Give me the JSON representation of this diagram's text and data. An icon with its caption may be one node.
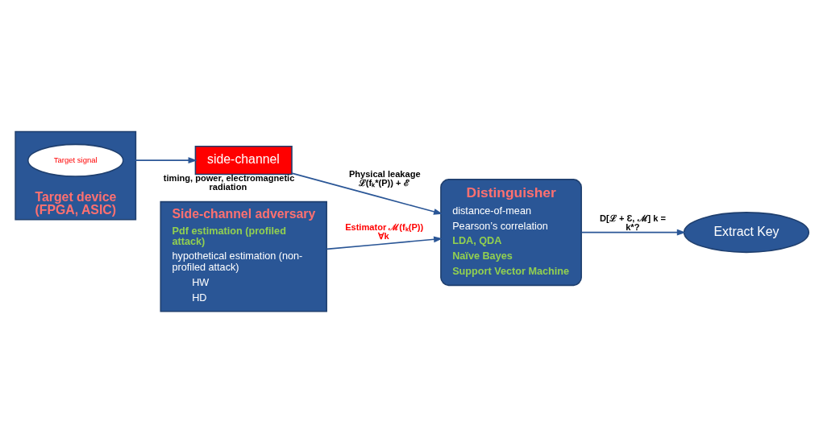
{
  "diagram": {
    "nodes": [
      {
        "text": [
          "Target device (FPGA, ASIC)"
        ]
      },
      {
        "text": [
          "Target signal"
        ],
        "in": 0
      },
      {
        "text": [
          "side-channel"
        ],
        "beside": [
          "timing, power, electromagnetic radiation"
        ]
      },
      {
        "text": [
          "Distinguisher",
          "distance-of-mean",
          "Pearson’s correlation",
          "LDA, QDA",
          "Naïve Bayes",
          "Support Vector Machine"
        ]
      },
      {
        "text": [
          "Side-channel adversary",
          "Pdf estimation (profiled attack)",
          "hypothetical estimation (non-profiled attack)",
          "HW",
          "HD"
        ]
      },
      {
        "text": [
          "Extract Key"
        ]
      }
    ],
    "edges": [
      {
        "from": 1,
        "to": 2,
        "arrow": "to"
      },
      {
        "from": 2,
        "to": 3,
        "arrow": "to",
        "label": "Physical leakage ℒ(fₖ*(P)) + ℰ"
      },
      {
        "from": 4,
        "to": 3,
        "arrow": "to",
        "label": "Estimator ℳ(fₖ(P)) ∀k"
      },
      {
        "from": 3,
        "to": 5,
        "arrow": "to",
        "label": "D[ℒ + Ɛ, ℳ] k = k*?"
      }
    ]
  }
}
